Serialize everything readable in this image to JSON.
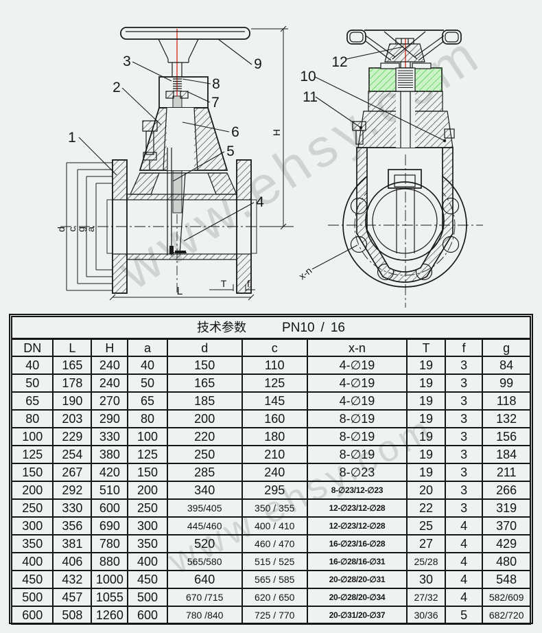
{
  "watermark": {
    "text": "www.ehsy.com"
  },
  "drawing": {
    "callouts": {
      "c1": "1",
      "c2": "2",
      "c3": "3",
      "c4": "4",
      "c5": "5",
      "c6": "6",
      "c7": "7",
      "c8": "8",
      "c9": "9",
      "c10": "10",
      "c11": "11",
      "c12": "12"
    },
    "dims": {
      "H": "H",
      "L": "L",
      "T": "T",
      "f": "f",
      "d": "d",
      "c": "c",
      "g": "g",
      "a": "a",
      "xn": "x-n"
    },
    "highlight_green": "#cbf3c5",
    "hatch_green": "#43cd49",
    "centerline_red": "#d93328"
  },
  "table": {
    "title_label": "技术参数",
    "title_pn": "PN10",
    "title_slash": "/",
    "title_rating": "16",
    "columns": [
      "DN",
      "L",
      "H",
      "a",
      "d",
      "c",
      "x-n",
      "T",
      "f",
      "g"
    ],
    "rows": [
      [
        "40",
        "165",
        "240",
        "40",
        "150",
        "110",
        "4-∅19",
        "19",
        "3",
        "84"
      ],
      [
        "50",
        "178",
        "240",
        "50",
        "165",
        "125",
        "4-∅19",
        "19",
        "3",
        "99"
      ],
      [
        "65",
        "190",
        "270",
        "65",
        "185",
        "145",
        "4-∅19",
        "19",
        "3",
        "118"
      ],
      [
        "80",
        "203",
        "290",
        "80",
        "200",
        "160",
        "8-∅19",
        "19",
        "3",
        "132"
      ],
      [
        "100",
        "229",
        "330",
        "100",
        "220",
        "180",
        "8-∅19",
        "19",
        "3",
        "156"
      ],
      [
        "125",
        "254",
        "380",
        "125",
        "250",
        "210",
        "8-∅19",
        "19",
        "3",
        "184"
      ],
      [
        "150",
        "267",
        "420",
        "150",
        "285",
        "240",
        "8-∅23",
        "19",
        "3",
        "211"
      ],
      [
        "200",
        "292",
        "510",
        "200",
        "340",
        "295",
        "8-∅23/12-∅23",
        "20",
        "3",
        "266"
      ],
      [
        "250",
        "330",
        "600",
        "250",
        "395/405",
        "350 / 355",
        "12-∅23/12-∅28",
        "22",
        "3",
        "319"
      ],
      [
        "300",
        "356",
        "690",
        "300",
        "445/460",
        "400 / 410",
        "12-∅23/12-∅28",
        "25",
        "4",
        "370"
      ],
      [
        "350",
        "381",
        "780",
        "350",
        "520",
        "460 / 470",
        "16-∅23/16-∅28",
        "27",
        "4",
        "429"
      ],
      [
        "400",
        "406",
        "880",
        "400",
        "565/580",
        "515 / 525",
        "16-∅28/16-∅31",
        "25/28",
        "4",
        "480"
      ],
      [
        "450",
        "432",
        "1000",
        "450",
        "640",
        "565 / 585",
        "20-∅28/20-∅31",
        "30",
        "4",
        "548"
      ],
      [
        "500",
        "457",
        "1055",
        "500",
        "670 /715",
        "620 / 650",
        "20-∅28/20-∅34",
        "27/32",
        "4",
        "582/609"
      ],
      [
        "600",
        "508",
        "1260",
        "600",
        "780 /840",
        "725 / 770",
        "20-∅31/20-∅37",
        "30/36",
        "5",
        "682/720"
      ]
    ]
  }
}
